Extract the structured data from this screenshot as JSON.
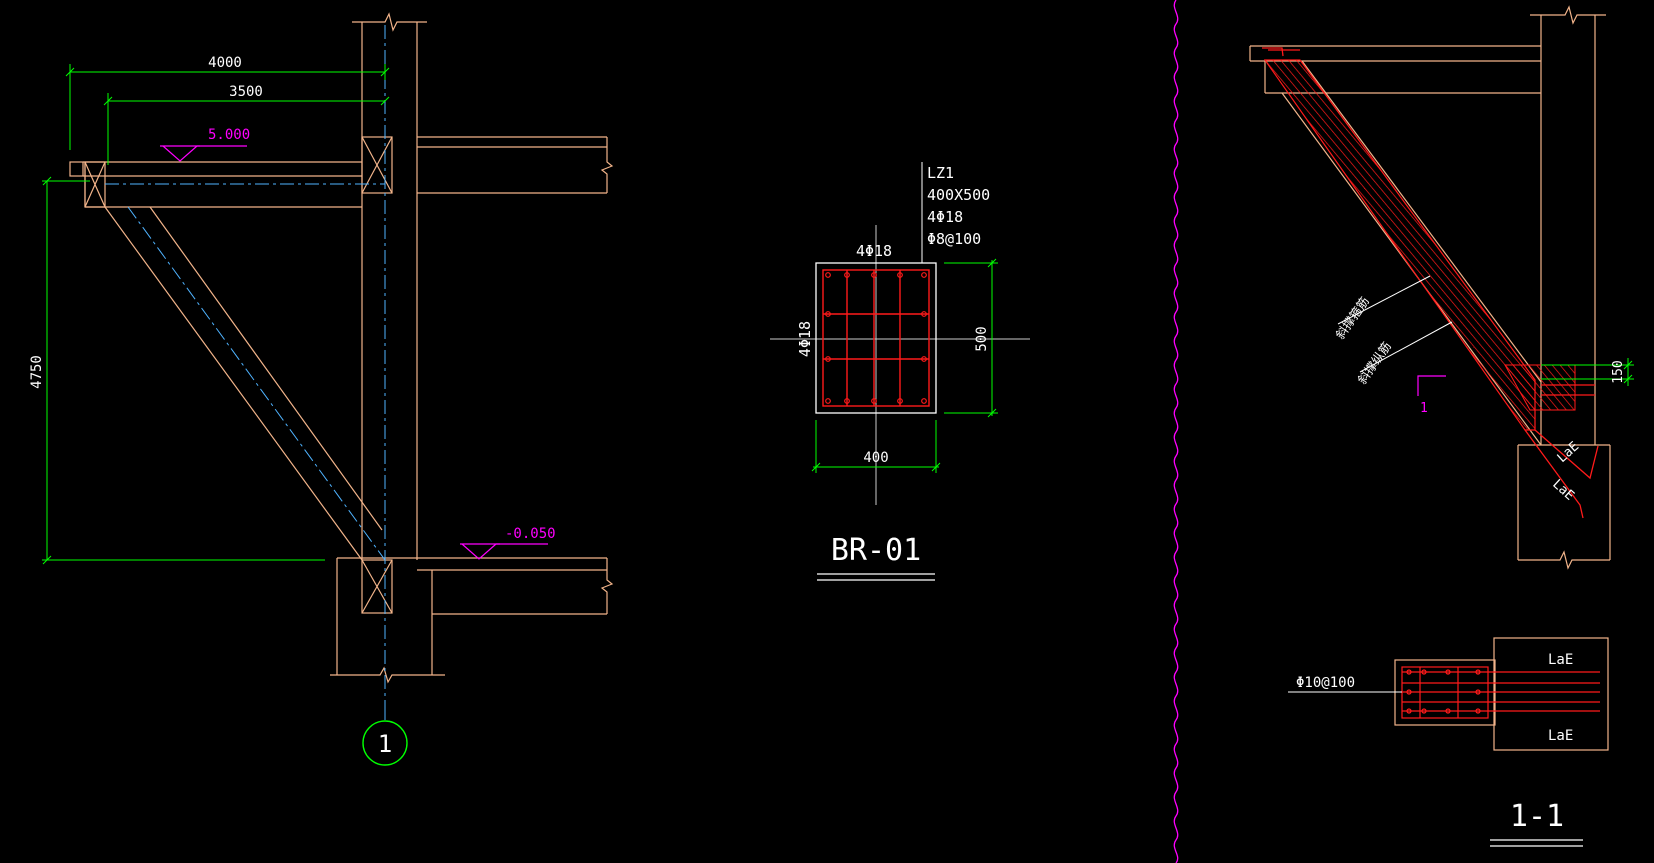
{
  "colors": {
    "background": "#000000",
    "outline": "#f2b48a",
    "dimension": "#00ff00",
    "centerline": "#4fb3ff",
    "level": "#ff00ff",
    "text": "#ffffff",
    "rebar": "#ff1a1a",
    "break_line": "#ff00ff"
  },
  "elevation": {
    "dims": {
      "top_span": "4000",
      "inner_span": "3500",
      "height": "4750"
    },
    "levels": {
      "top": "5.000",
      "bottom": "-0.050"
    },
    "axis_label": "1"
  },
  "section_br01": {
    "title": "BR-01",
    "callout": [
      "LZ1",
      "400X500",
      "4Φ18",
      "Φ8@100"
    ],
    "top_bars": "4Φ18",
    "side_bars": "4Φ18",
    "width": "400",
    "height": "500"
  },
  "detail_1_1": {
    "title": "1-1",
    "dim_150": "150",
    "leader_a": "斜撑箍筋",
    "leader_b": "斜撑纵筋",
    "lae_a": "LaE",
    "lae_b": "LaE",
    "stirrup": "Φ10@100",
    "lae_top": "LaE",
    "lae_bottom": "LaE",
    "section_mark": "1"
  }
}
